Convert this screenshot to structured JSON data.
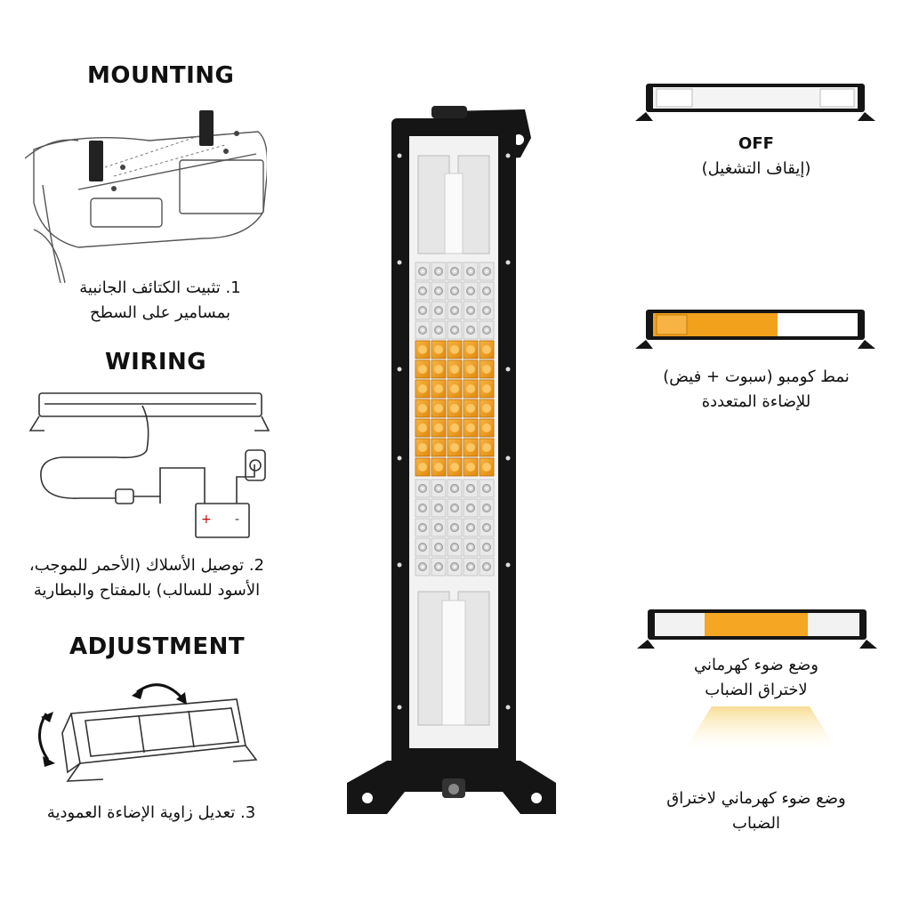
{
  "left": {
    "mounting": {
      "heading": "MOUNTING",
      "caption_line1": "1. تثبيت الكتائف الجانبية",
      "caption_line2": "بمسامير على السطح"
    },
    "wiring": {
      "heading": "WIRING",
      "caption_line1": "2. توصيل الأسلاك (الأحمر للموجب،",
      "caption_line2": "الأسود للسالب) بالمفتاح والبطارية",
      "battery_plus": "+",
      "battery_minus": "-"
    },
    "adjustment": {
      "heading": "ADJUSTMENT",
      "caption": "3. تعديل زاوية الإضاءة العمودية"
    }
  },
  "right": {
    "off": {
      "title": "OFF",
      "subtitle": "(إيقاف التشغيل)"
    },
    "combo": {
      "line1": "نمط كومبو (سبوت + فيض)",
      "line2": "للإضاءة المتعددة"
    },
    "amber": {
      "line1": "وضع ضوء كهرماني",
      "line2": "لاختراق الضباب"
    },
    "bottom": {
      "line1": "وضع ضوء كهرماني لاختراق",
      "line2": "الضباب"
    }
  },
  "colors": {
    "amber": "#f2a11c",
    "frame": "#151515",
    "white_led": "#f4f4f4"
  }
}
